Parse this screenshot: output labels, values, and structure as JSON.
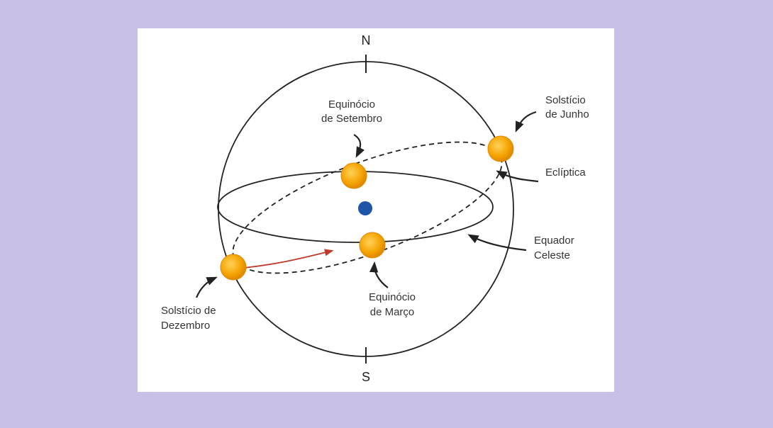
{
  "diagram": {
    "poles": {
      "north": "N",
      "south": "S"
    },
    "labels": {
      "equinox_september": [
        "Equinócio",
        "de Setembro"
      ],
      "solstice_june": [
        "Solstício",
        "de Junho"
      ],
      "ecliptic": "Eclíptica",
      "celestial_equator": [
        "Equador",
        "Celeste"
      ],
      "solstice_december": [
        "Solstício de",
        "Dezembro"
      ],
      "equinox_march": [
        "Equinócio",
        "de Março"
      ]
    },
    "colors": {
      "background": "#c8c0e6",
      "sun_fill": "#f5a300",
      "sun_stroke": "#e08a00",
      "earth": "#1f55a8",
      "motion_arrow": "#c0392b",
      "lines": "#222222"
    }
  }
}
